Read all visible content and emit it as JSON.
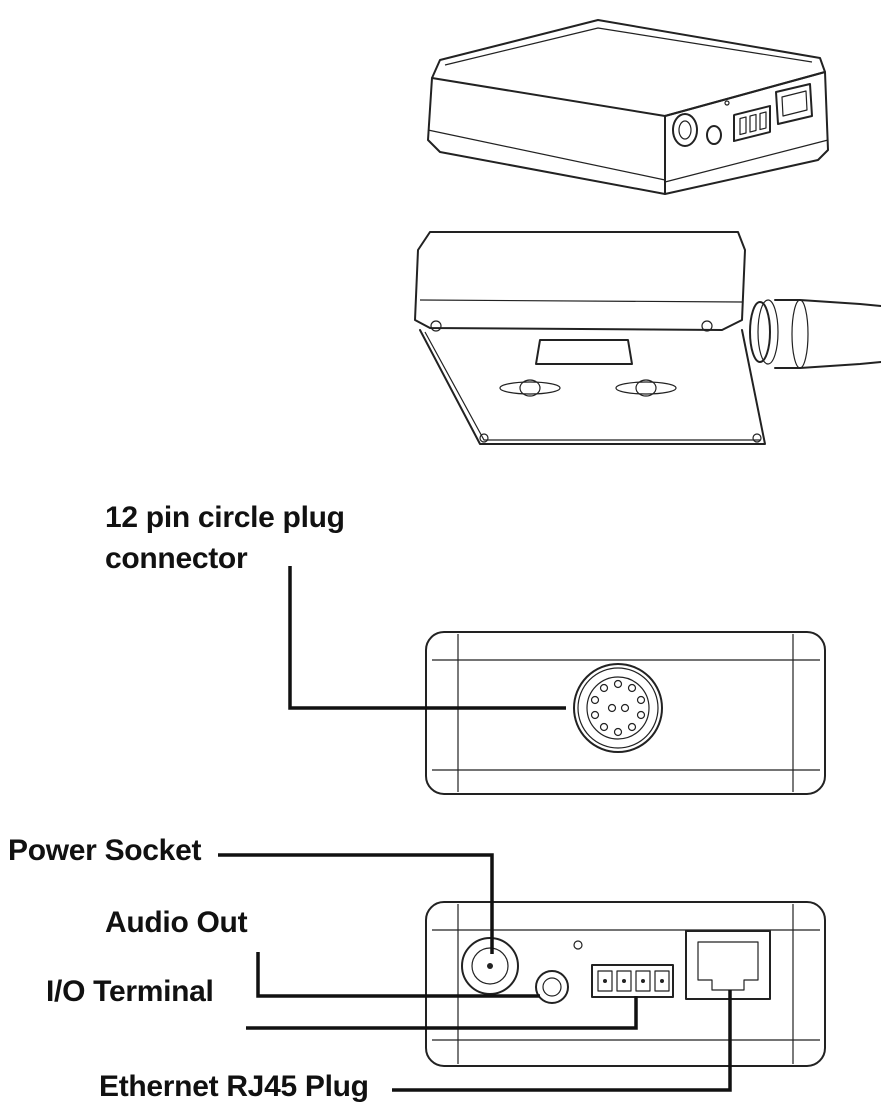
{
  "labels": {
    "connector_line1": "12 pin circle plug",
    "connector_line2": "connector",
    "power_socket": "Power Socket",
    "audio_out": "Audio Out",
    "io_terminal": "I/O Terminal",
    "ethernet": "Ethernet RJ45 Plug"
  },
  "colors": {
    "line": "#222222",
    "background": "#ffffff"
  }
}
